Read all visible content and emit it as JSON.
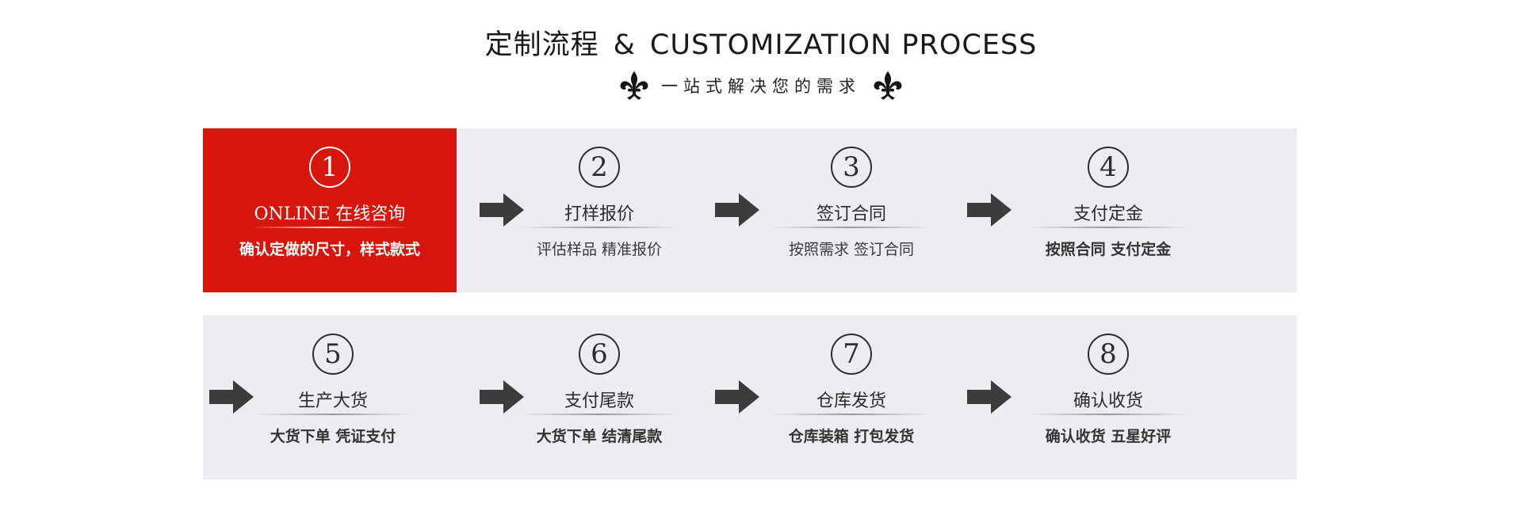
{
  "header": {
    "title_cn": "定制流程",
    "title_amp": "&",
    "title_en": "CUSTOMIZATION PROCESS",
    "subtitle": "一站式解决您的需求",
    "ornament_icon": "fleur-de-lis-icon"
  },
  "colors": {
    "accent": "#d8150c",
    "panel": "#ededf1",
    "arrow": "#3c3c3c",
    "text": "#2b2b2b"
  },
  "arrow_icon": "right-arrow-icon",
  "rows": [
    {
      "steps": [
        {
          "num": "1",
          "title": "ONLINE  在线咨询",
          "desc": "确认定做的尺寸，样式款式",
          "active": true
        },
        {
          "num": "2",
          "title": "打样报价",
          "desc": "评估样品  精准报价",
          "active": false
        },
        {
          "num": "3",
          "title": "签订合同",
          "desc": "按照需求 签订合同",
          "active": false
        },
        {
          "num": "4",
          "title": "支付定金",
          "desc": "按照合同  支付定金",
          "active": false
        }
      ]
    },
    {
      "steps": [
        {
          "num": "5",
          "title": "生产大货",
          "desc": "大货下单  凭证支付",
          "active": false
        },
        {
          "num": "6",
          "title": "支付尾款",
          "desc": "大货下单  结清尾款",
          "active": false
        },
        {
          "num": "7",
          "title": "仓库发货",
          "desc": "仓库装箱  打包发货",
          "active": false
        },
        {
          "num": "8",
          "title": "确认收货",
          "desc": "确认收货  五星好评",
          "active": false
        }
      ]
    }
  ]
}
